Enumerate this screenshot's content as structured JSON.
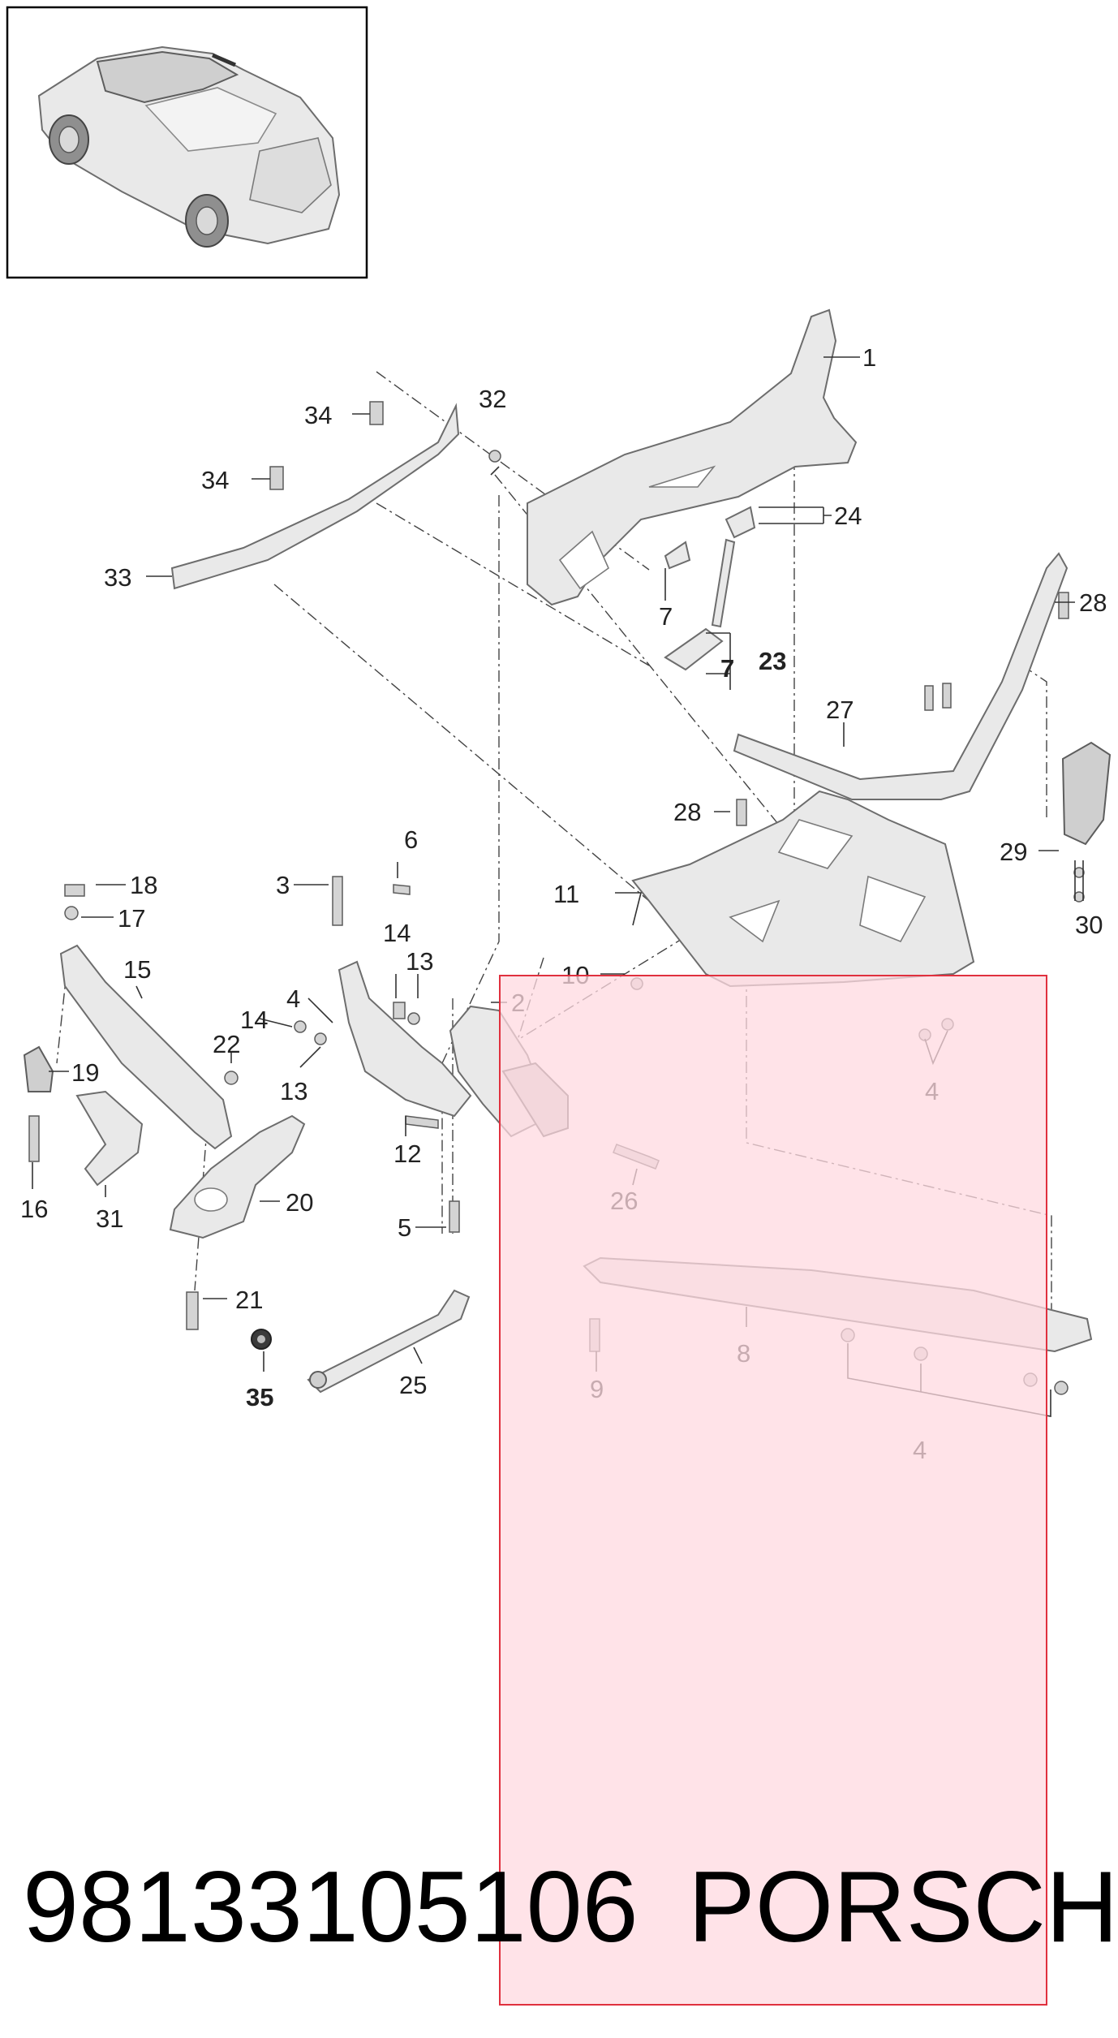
{
  "callouts": [
    {
      "id": "c1",
      "text": "1"
    },
    {
      "id": "c2",
      "text": "2"
    },
    {
      "id": "c3",
      "text": "3"
    },
    {
      "id": "c4a",
      "text": "4"
    },
    {
      "id": "c4b",
      "text": "4"
    },
    {
      "id": "c4c",
      "text": "4"
    },
    {
      "id": "c5",
      "text": "5"
    },
    {
      "id": "c6",
      "text": "6"
    },
    {
      "id": "c7a",
      "text": "7"
    },
    {
      "id": "c7b",
      "text": "7"
    },
    {
      "id": "c8",
      "text": "8"
    },
    {
      "id": "c9",
      "text": "9"
    },
    {
      "id": "c10",
      "text": "10"
    },
    {
      "id": "c11",
      "text": "11"
    },
    {
      "id": "c12",
      "text": "12"
    },
    {
      "id": "c13a",
      "text": "13"
    },
    {
      "id": "c13b",
      "text": "13"
    },
    {
      "id": "c14a",
      "text": "14"
    },
    {
      "id": "c14b",
      "text": "14"
    },
    {
      "id": "c15",
      "text": "15"
    },
    {
      "id": "c16",
      "text": "16"
    },
    {
      "id": "c17",
      "text": "17"
    },
    {
      "id": "c18",
      "text": "18"
    },
    {
      "id": "c19",
      "text": "19"
    },
    {
      "id": "c20",
      "text": "20"
    },
    {
      "id": "c21",
      "text": "21"
    },
    {
      "id": "c22",
      "text": "22"
    },
    {
      "id": "c23",
      "text": "23"
    },
    {
      "id": "c24",
      "text": "24"
    },
    {
      "id": "c25",
      "text": "25"
    },
    {
      "id": "c26",
      "text": "26"
    },
    {
      "id": "c27",
      "text": "27"
    },
    {
      "id": "c28a",
      "text": "28"
    },
    {
      "id": "c28b",
      "text": "28"
    },
    {
      "id": "c29",
      "text": "29"
    },
    {
      "id": "c30",
      "text": "30"
    },
    {
      "id": "c31",
      "text": "31"
    },
    {
      "id": "c32",
      "text": "32"
    },
    {
      "id": "c33",
      "text": "33"
    },
    {
      "id": "c34a",
      "text": "34"
    },
    {
      "id": "c34b",
      "text": "34"
    },
    {
      "id": "c35",
      "text": "35"
    }
  ],
  "footer": {
    "part_number": "98133105106",
    "brand": "PORSCHE"
  },
  "colors": {
    "highlight_fill": "#ffd9e0",
    "highlight_stroke": "#e0303e",
    "part_fill": "#e9e9e9",
    "line": "#333333"
  }
}
